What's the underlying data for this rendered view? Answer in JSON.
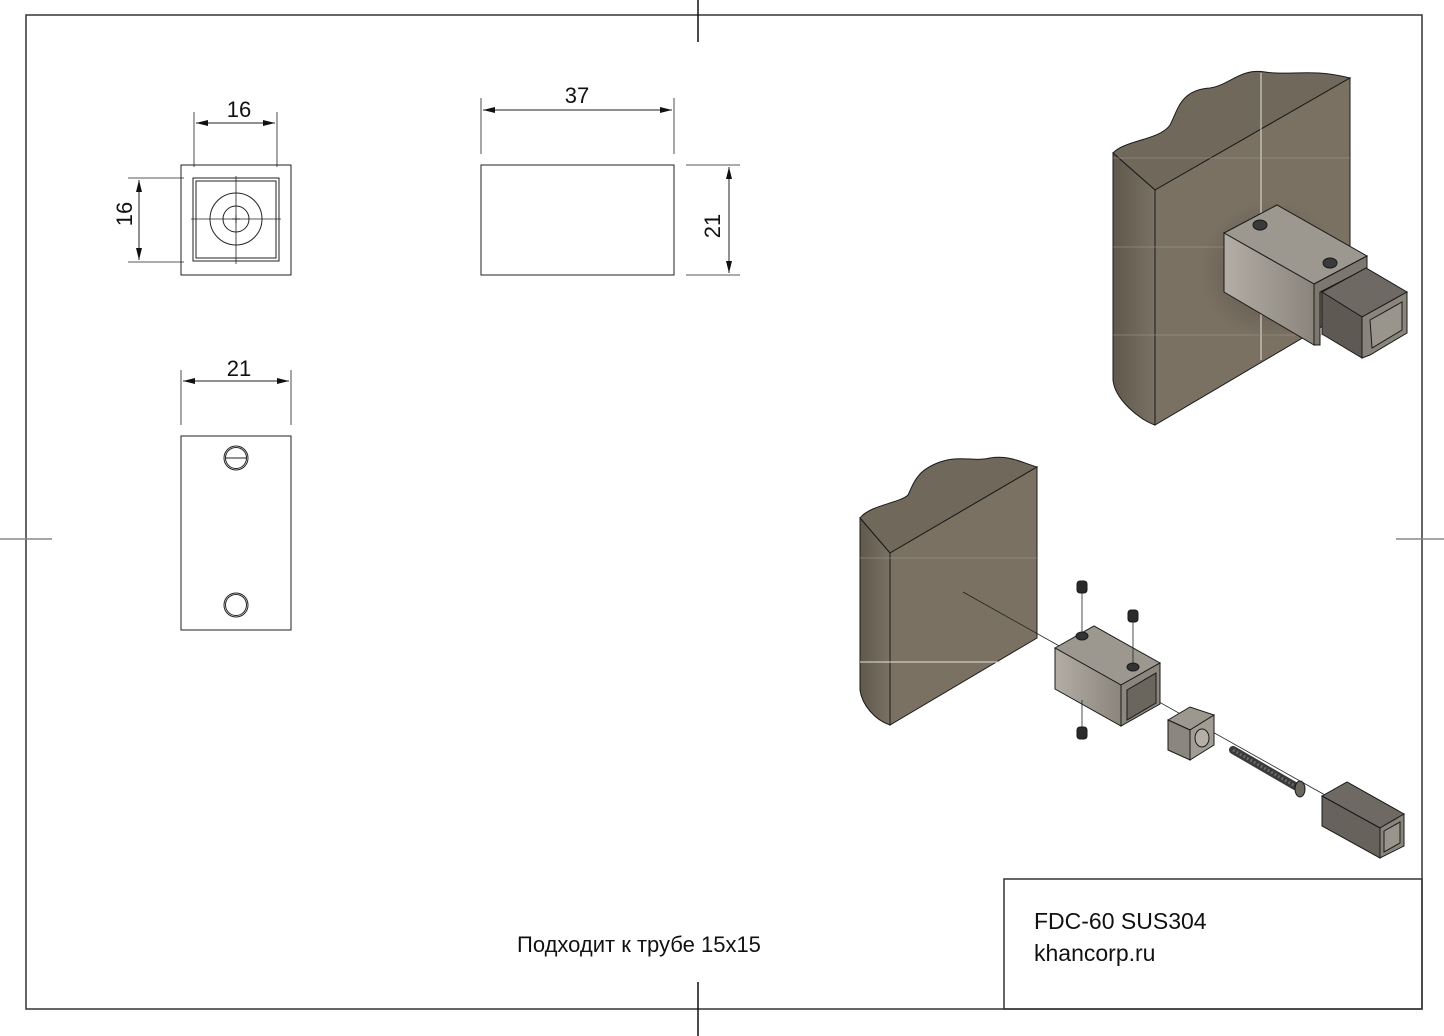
{
  "drawing": {
    "note": "Подходит к трубе 15x15",
    "title_block": {
      "part": "FDC-60 SUS304",
      "website": "khancorp.ru"
    }
  },
  "views": {
    "front_view": {
      "width_dim": "16",
      "height_dim": "16"
    },
    "side_view": {
      "length_dim": "37",
      "height_dim": "21"
    },
    "top_view": {
      "width_dim": "21"
    }
  },
  "colors": {
    "line": "#1a1a1a",
    "frame": "#333333",
    "wood_face": "#7a7163",
    "wood_top": "#70685b",
    "wood_side": "#6a6255",
    "steel_light": "#a29d94",
    "steel_mid": "#8c877e",
    "steel_dark": "#6e6a63",
    "screw": "#2a2a2a"
  }
}
